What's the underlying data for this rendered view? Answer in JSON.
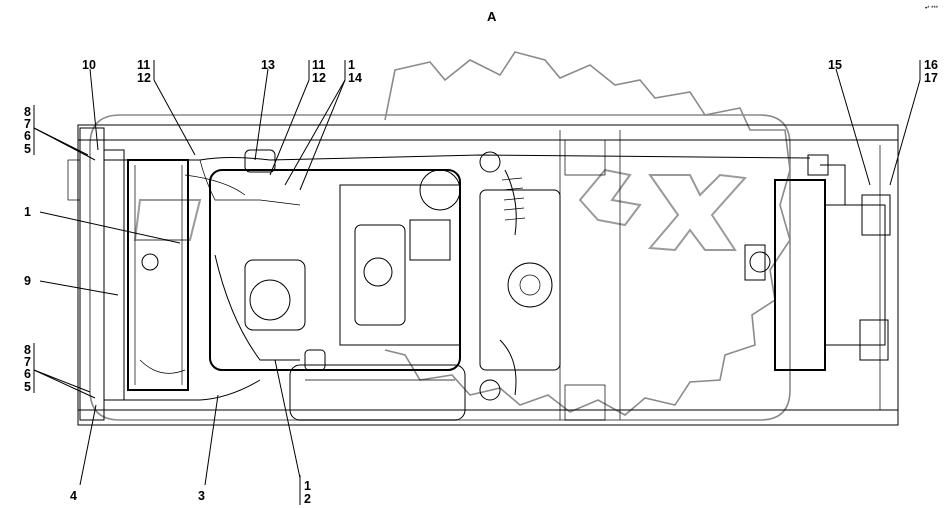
{
  "view_label": "A",
  "corner_mark": "•* ***",
  "callouts": {
    "c10": "10",
    "c11a": "11",
    "c12a": "12",
    "c13": "13",
    "c11b": "11",
    "c12b": "12",
    "c1a": "1",
    "c14": "14",
    "c15": "15",
    "c16": "16",
    "c17": "17",
    "c8a": "8",
    "c7a": "7",
    "c6a": "6",
    "c5a": "5",
    "c1b": "1",
    "c9": "9",
    "c8b": "8",
    "c7b": "7",
    "c6b": "6",
    "c5b": "5",
    "c4": "4",
    "c3": "3",
    "c1c": "1",
    "c2": "2"
  }
}
